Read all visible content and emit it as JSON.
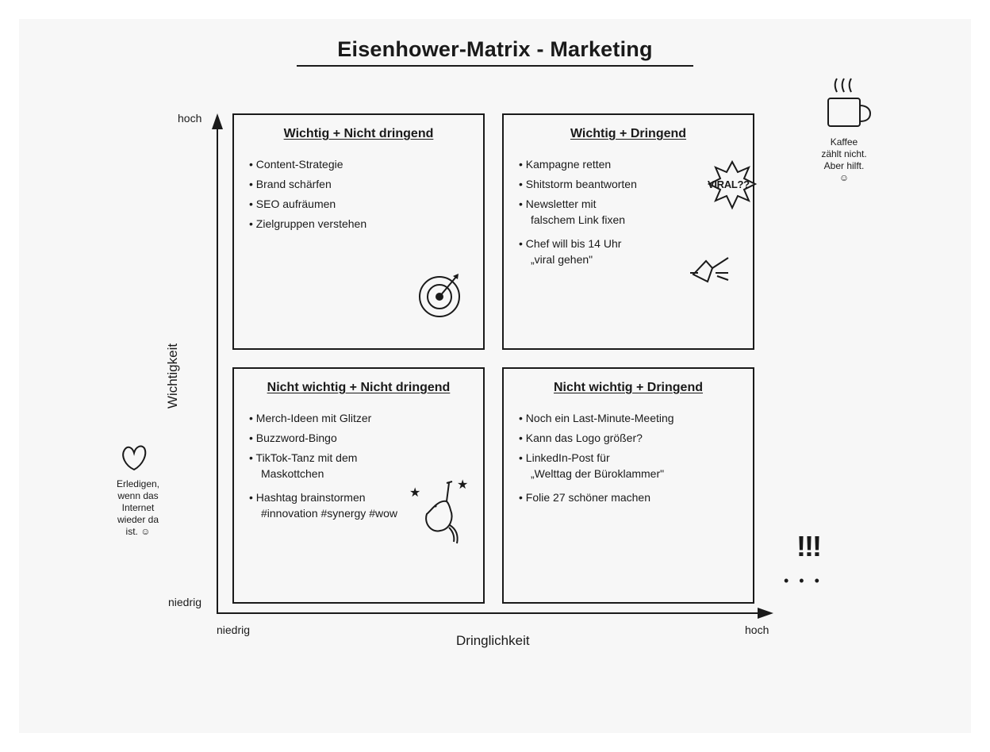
{
  "title": "Eisenhower-Matrix - Marketing",
  "axes": {
    "y_title": "Wichtigkeit",
    "y_high": "hoch",
    "y_low": "niedrig",
    "x_title": "Dringlichkeit",
    "x_low": "niedrig",
    "x_high": "hoch"
  },
  "quadrants": {
    "top_left": {
      "title": "Wichtig + Nicht dringend",
      "items": [
        [
          "Content-Strategie"
        ],
        [
          "Brand schärfen"
        ],
        [
          "SEO aufräumen"
        ],
        [
          "Zielgruppen verstehen"
        ]
      ],
      "icon": "target-icon"
    },
    "top_right": {
      "title": "Wichtig + Dringend",
      "items": [
        [
          "Kampagne retten"
        ],
        [
          "Shitstorm beantworten"
        ],
        [
          "Newsletter mit",
          "falschem Link fixen"
        ],
        [
          "Chef will bis 14 Uhr",
          "„viral gehen\""
        ]
      ],
      "burst_text": "VIRAL??",
      "icons": [
        "starburst-icon",
        "megaphone-icon"
      ]
    },
    "bottom_left": {
      "title": "Nicht wichtig + Nicht dringend",
      "items": [
        [
          "Merch-Ideen mit Glitzer"
        ],
        [
          "Buzzword-Bingo"
        ],
        [
          "TikTok-Tanz mit dem",
          "Maskottchen"
        ],
        [
          "Hashtag brainstormen",
          "#innovation #synergy #wow"
        ]
      ],
      "icons": [
        "balloon-icon",
        "star-icon"
      ]
    },
    "bottom_right": {
      "title": "Nicht wichtig + Dringend",
      "items": [
        [
          "Noch ein Last-Minute-Meeting"
        ],
        [
          "Kann das Logo größer?"
        ],
        [
          "LinkedIn-Post für",
          "„Welttag der Büroklammer\""
        ],
        [
          "Folie 27 schöner machen"
        ]
      ]
    }
  },
  "notes": {
    "coffee": [
      "Kaffee",
      "zählt nicht.",
      "Aber hilft.",
      "☺"
    ],
    "heart": [
      "Erledigen,",
      "wenn das",
      "Internet",
      "wieder da",
      "ist. ☺"
    ],
    "exclaim": "!!!",
    "dots": "• • •"
  },
  "bullet": "•"
}
